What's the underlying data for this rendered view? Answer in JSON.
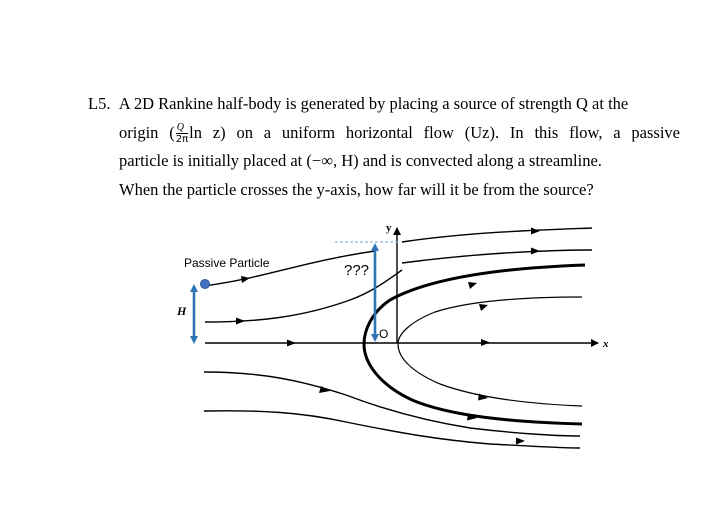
{
  "problem": {
    "number": "L5.",
    "line1": "A 2D Rankine half-body is generated by placing a source of strength Q at the",
    "line2_a": "origin (",
    "frac_num": "Q",
    "frac_den": "2π",
    "line2_b": "ln z) on a uniform horizontal flow (Uz). In this flow, a passive",
    "line3": "particle is initially placed at (−∞, H) and is convected along a streamline.",
    "line4": "When the particle crosses the y-axis, how far will it be from the source?"
  },
  "figure": {
    "particle_label": "Passive Particle",
    "unknown_label": "???",
    "h_label": "H",
    "y_axis_label": "y",
    "x_axis_label": "x",
    "origin_label": "O",
    "colors": {
      "stream": "#000000",
      "annotation": "#2e75b6",
      "particle": "#4472c4",
      "dashed": "#8fb3d9"
    }
  }
}
